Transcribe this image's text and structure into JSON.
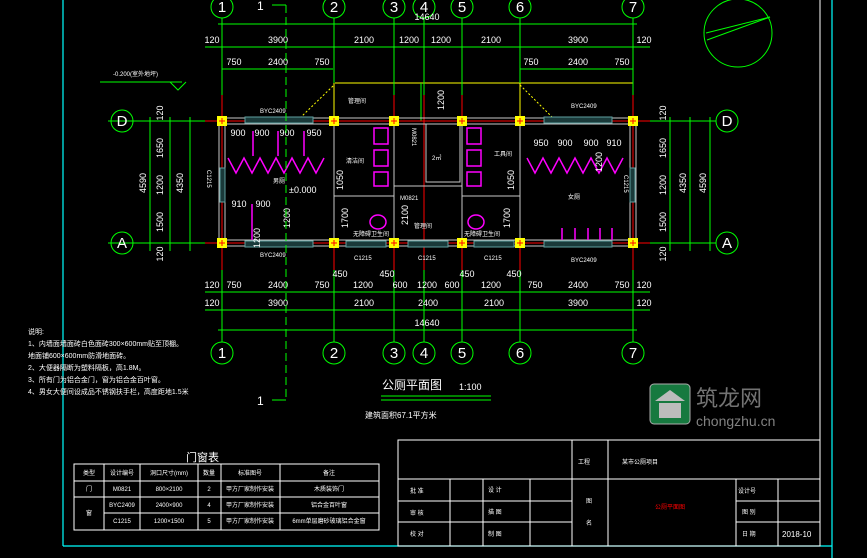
{
  "axes": {
    "columns": [
      "1",
      "2",
      "3",
      "4",
      "5",
      "6",
      "7"
    ],
    "rows": [
      "D",
      "A"
    ]
  },
  "dims": {
    "overall": "14640",
    "top_row2": [
      "120",
      "3900",
      "2100",
      "1200",
      "1200",
      "2100",
      "3900",
      "120"
    ],
    "top_row3": [
      "750",
      "2400",
      "750",
      "750",
      "2400",
      "750"
    ],
    "top_vertical": "1200",
    "bottom_row1": [
      "120",
      "750",
      "2400",
      "750",
      "1200",
      "600",
      "1200",
      "600",
      "1200",
      "750",
      "2400",
      "750",
      "120"
    ],
    "bottom_row2": [
      "120",
      "3900",
      "2100",
      "2400",
      "2100",
      "3900",
      "120"
    ],
    "bottom_450": [
      "450",
      "450",
      "450",
      "450"
    ],
    "left": [
      "120",
      "1650",
      "1200",
      "1500",
      "120"
    ],
    "left_total_inner": "4350",
    "left_total": "4590",
    "right": [
      "120",
      "1650",
      "1200",
      "1500",
      "120"
    ],
    "right_total_inner": "4350",
    "right_total": "4590",
    "interior": [
      "900",
      "900",
      "900",
      "950",
      "910",
      "900",
      "1200",
      "1200",
      "1050",
      "1700",
      "2100",
      "1700",
      "1050",
      "950",
      "900",
      "900",
      "910",
      "1200"
    ]
  },
  "labels": {
    "window_byc": "BYC2409",
    "window_c": "C1215",
    "door": "M0821",
    "level_indoor": "±0.000",
    "level_outdoor": "-0.200(室外地坪)",
    "rooms": [
      "管理间",
      "男厕",
      "女厕",
      "无障碍卫生间",
      "无障碍卫生间",
      "清洁间",
      "工具间",
      "管理间",
      "2㎡"
    ],
    "section": "1"
  },
  "drawing": {
    "title": "公厕平面图",
    "scale": "1:100",
    "area": "建筑面积67.1平方米"
  },
  "notes": {
    "heading": "说明:",
    "items": [
      "1、内墙面墙面砖白色面砖300×600mm贴至顶棚。",
      "    地面铺600×600mm防滑地面砖。",
      "2、大便器隔断为塑料隔板，高1.8M。",
      "3、所有门为铝合金门，窗为铝合金百叶窗。",
      "4、男女大便间设成品不锈钢扶手栏，高度距地1.5米"
    ]
  },
  "door_window_table": {
    "title": "门窗表",
    "headers": [
      "类型",
      "设计编号",
      "洞口尺寸(mm)",
      "数量",
      "标准图号",
      "备注"
    ],
    "rows": [
      [
        "门",
        "M0821",
        "800×2100",
        "2",
        "甲方厂家制作安装",
        "木质装饰门"
      ],
      [
        "窗",
        "BYC2409",
        "2400×900",
        "4",
        "甲方厂家制作安装",
        "铝合金百叶窗"
      ],
      [
        "",
        "C1215",
        "1200×1500",
        "5",
        "甲方厂家制作安装",
        "6mm单层磨砂玻璃铝合金窗"
      ]
    ]
  },
  "title_block": {
    "project_label": "工程",
    "project": "某市公厕项目",
    "approve": "批  准",
    "review": "审  核",
    "check": "校  对",
    "design": "设  计",
    "trace": "描  图",
    "draw": "制  图",
    "drawing_name_label1": "图",
    "drawing_name_label2": "名",
    "drawing_name": "公厕平面图",
    "design_no": "设计号",
    "category": "图  别",
    "date_label": "日  期",
    "date": "2018-10"
  },
  "watermark": {
    "text": "筑龙网",
    "url": "chongzhu.cn"
  },
  "colors": {
    "dim": "#00ff00",
    "axis": "#ff0000",
    "wall": "#c8c8c8",
    "column": "#ffff00",
    "fixture": "#ff00ff",
    "frame": "#00ffff"
  }
}
